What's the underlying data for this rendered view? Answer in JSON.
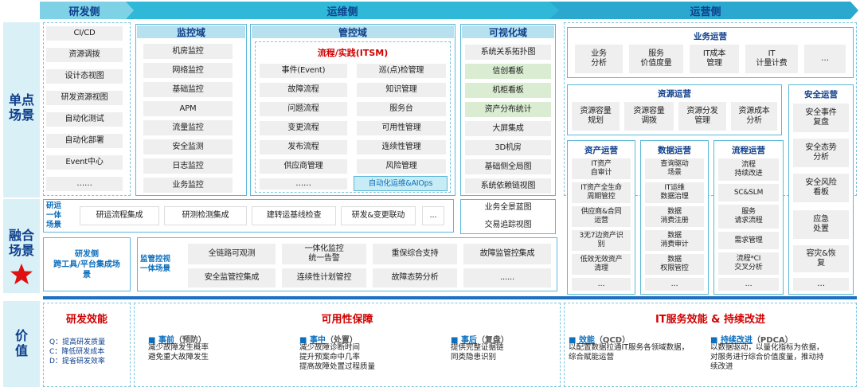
{
  "colors": {
    "accent": "#0e3f8c",
    "header": "#b7e1ef",
    "red": "#d10000",
    "band": "#1e6fc0"
  },
  "top": {
    "dev": "研发侧",
    "ops": "运维侧",
    "run": "运营侧"
  },
  "rows": {
    "single": "单点\n场景",
    "fusion": "融合\n场景",
    "value": "价\n值"
  },
  "dev_items": [
    "CI/CD",
    "资源调拨",
    "设计态视图",
    "研发资源视图",
    "自动化测试",
    "自动化部署",
    "Event中心",
    "……"
  ],
  "monitor": {
    "title": "监控域",
    "items": [
      "机房监控",
      "网络监控",
      "基础监控",
      "APM",
      "流量监控",
      "安全监测",
      "日志监控",
      "业务监控"
    ]
  },
  "control": {
    "title": "管控域",
    "sub": "流程/实践(ITSM)",
    "left": [
      "事件(Event)",
      "故障流程",
      "问题流程",
      "变更流程",
      "发布流程",
      "供应商管理",
      "……"
    ],
    "right": [
      "巡(点)检管理",
      "知识管理",
      "服务台",
      "可用性管理",
      "连续性管理",
      "风险管理"
    ],
    "aiops": "自动化运维&AIOps"
  },
  "visual": {
    "title": "可视化域",
    "items": [
      "系统关系拓扑图",
      "信创看板",
      "机柜看板",
      "资产分布统计",
      "大屏集成",
      "3D机房",
      "基础侧全局图",
      "系统依赖链视图"
    ],
    "extra": [
      "业务全景蓝图",
      "交易追踪视图"
    ]
  },
  "business": {
    "title": "业务运营",
    "items": [
      "业务\n分析",
      "服务\n价值度量",
      "IT成本\n管理",
      "IT\n计量计费",
      "…"
    ]
  },
  "resource": {
    "title": "资源运营",
    "items": [
      "资源容量\n规划",
      "资源容量\n调拨",
      "资源分发\n管理",
      "资源成本\n分析"
    ]
  },
  "security": {
    "title": "安全运营",
    "items": [
      "安全事件\n复盘",
      "安全态势\n分析",
      "安全风险\n看板",
      "应急\n处置",
      "容灾&恢\n复",
      "…"
    ]
  },
  "asset": {
    "title": "资产运营",
    "items": [
      "IT资产\n自审计",
      "IT资产全生命\n周期管控",
      "供应商&合同\n运营",
      "3无7边资产识\n别",
      "低效无效资产\n清理",
      "…"
    ]
  },
  "dataop": {
    "title": "数据运营",
    "items": [
      "查询驱动\n场景",
      "IT运维\n数据治理",
      "数据\n消费注册",
      "数据\n消费审计",
      "数据\n权限管控",
      "…"
    ]
  },
  "process": {
    "title": "流程运营",
    "items": [
      "流程\n持续改进",
      "SC&SLM",
      "服务\n请求流程",
      "需求管理",
      "流程*CI\n交叉分析",
      "…"
    ]
  },
  "devops": {
    "label": "研运\n一体\n场景",
    "items": [
      "研运流程集成",
      "研测检测集成",
      "建转运基线检查",
      "研发&变更联动",
      "..."
    ]
  },
  "devtool": {
    "label": "研发侧\n跨工具/平台集成场\n景"
  },
  "monctl": {
    "label": "监管控视\n一体场景",
    "items": [
      "全链路可观测",
      "一体化监控\n统一告警",
      "重保综合支持",
      "故障监管控集成",
      "安全监管控集成",
      "连续性计划管控",
      "故障态势分析",
      "......"
    ]
  },
  "value": {
    "dev_title": "研发效能",
    "dev_points": "Q：提高研发质量\nC：降低研发成本\nD：提省研发效率",
    "ops_title": "可用性保障",
    "pre": {
      "head": "事前",
      "sub": "（预防）",
      "text": "减少故障发生概率\n避免重大故障发生"
    },
    "mid": {
      "head": "事中",
      "sub": "（处置）",
      "text": "减少故障诊断时间\n提升预案命中几率\n提高故障处置过程质量"
    },
    "post": {
      "head": "事后",
      "sub": "（复盘）",
      "text": "提供完整证据链\n同类隐患识别"
    },
    "run_title": "IT服务效能 & 持续改进",
    "eff": {
      "head": "效能",
      "sub": "（QCD）",
      "text": "以配置数据拉通IT服务各领域数据，\n综合赋能运营"
    },
    "ci": {
      "head": "持续改进",
      "sub": "（PDCA）",
      "text": "以数据驱动，以量化指标为依据，\n对服务进行综合价值度量，推动持\n续改进"
    }
  }
}
